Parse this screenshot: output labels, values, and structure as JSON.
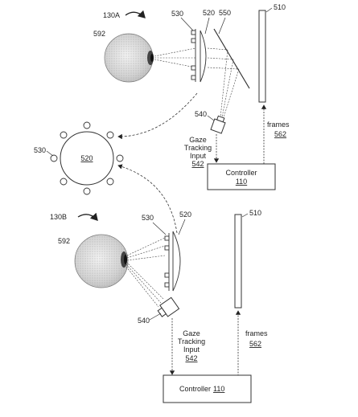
{
  "figure_a": {
    "label": "130A",
    "refs": {
      "eye": "592",
      "leds": "530",
      "lens": "520",
      "mirror": "550",
      "display": "510",
      "camera": "540"
    },
    "gaze_label": [
      "Gaze",
      "Tracking",
      "Input"
    ],
    "gaze_ref": "542",
    "frames_label": "frames",
    "frames_ref": "562",
    "controller_label": "Controller",
    "controller_ref": "110"
  },
  "ring": {
    "leds": "530",
    "lens": "520"
  },
  "figure_b": {
    "label": "130B",
    "refs": {
      "eye": "592",
      "leds": "530",
      "lens": "520",
      "display": "510",
      "camera": "540"
    },
    "gaze_label": [
      "Gaze",
      "Tracking",
      "Input"
    ],
    "gaze_ref": "542",
    "frames_label": "frames",
    "frames_ref": "562",
    "controller_label": "Controller",
    "controller_ref": "110"
  }
}
